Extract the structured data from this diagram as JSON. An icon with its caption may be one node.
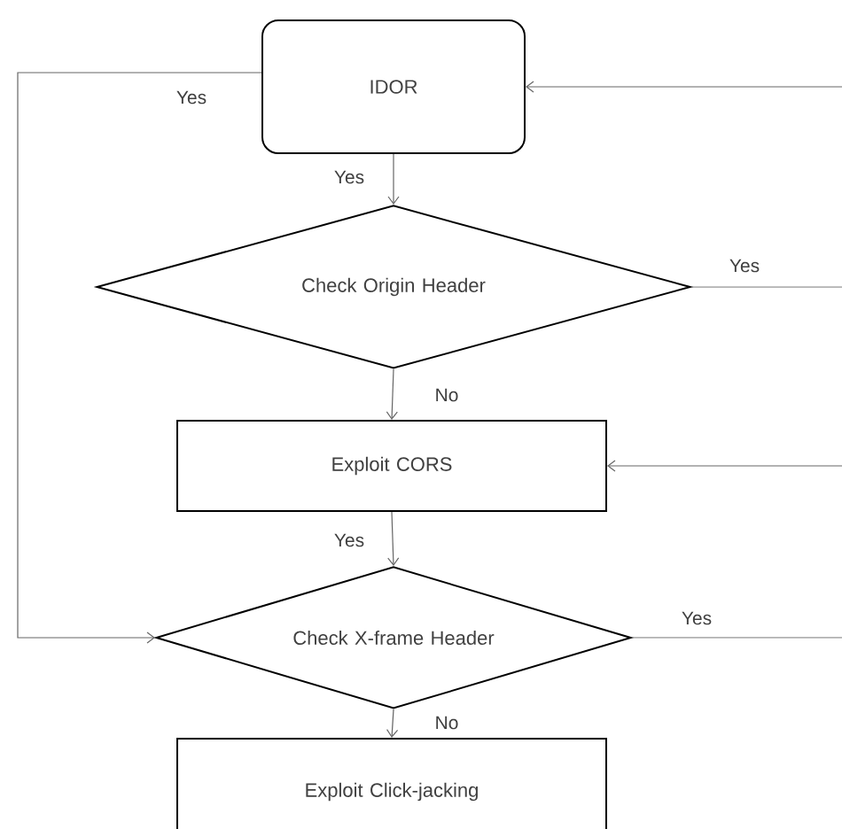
{
  "diagram": {
    "nodes": [
      {
        "text": [
          "IDOR"
        ]
      },
      {
        "text": [
          "Check Origin Header"
        ]
      },
      {
        "text": [
          "Exploit CORS"
        ]
      },
      {
        "text": [
          "Check X-frame Header"
        ]
      },
      {
        "text": [
          "Exploit Click-jacking"
        ]
      }
    ],
    "edges": [
      {
        "from": 0,
        "to": 1,
        "arrow": "to",
        "label": "Yes"
      },
      {
        "from": 1,
        "to": 2,
        "arrow": "to",
        "label": "No"
      },
      {
        "from": 2,
        "to": 3,
        "arrow": "to",
        "label": "Yes"
      },
      {
        "from": 3,
        "to": 4,
        "arrow": "to",
        "label": "No"
      },
      {
        "from": 0,
        "to": 3,
        "arrow": "to",
        "label": "Yes"
      },
      {
        "from": 1,
        "to": null,
        "arrow": "none",
        "label": "Yes"
      },
      {
        "from": null,
        "to": 0,
        "arrow": "to"
      },
      {
        "from": null,
        "to": 2,
        "arrow": "to"
      },
      {
        "from": 3,
        "to": null,
        "arrow": "none",
        "label": "Yes"
      }
    ]
  }
}
